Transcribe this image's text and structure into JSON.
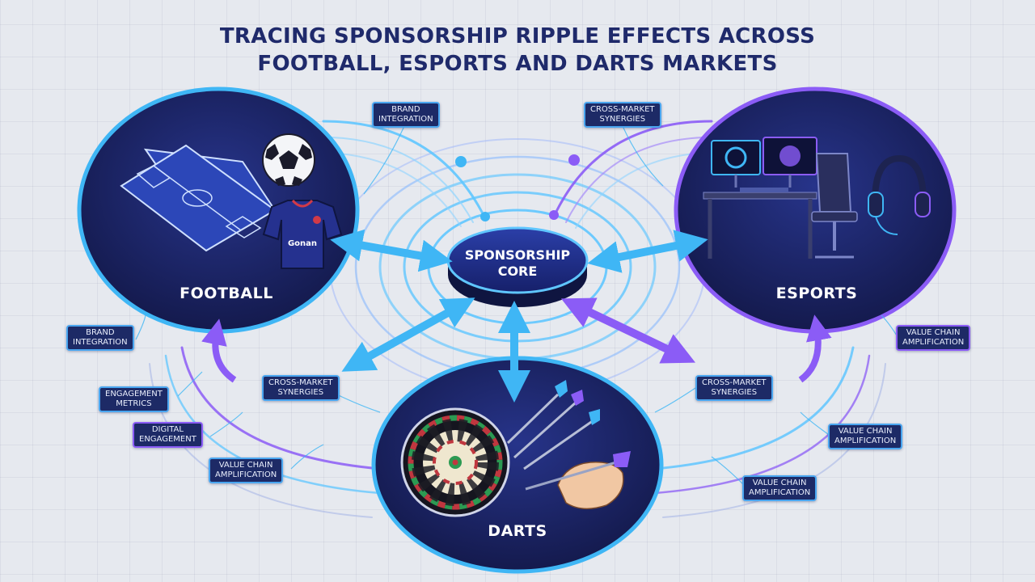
{
  "title": {
    "line1": "TRACING SPONSORSHIP RIPPLE EFFECTS ACROSS",
    "line2": "FOOTBALL, ESPORTS AND DARTS MARKETS"
  },
  "core": {
    "line1": "SPONSORSHIP",
    "line2": "CORE"
  },
  "nodes": {
    "football": {
      "label": "FOOTBALL",
      "jersey_text": "Gonan"
    },
    "esports": {
      "label": "ESPORTS"
    },
    "darts": {
      "label": "DARTS"
    }
  },
  "tags": [
    {
      "line1": "BRAND",
      "line2": "INTEGRATION"
    },
    {
      "line1": "CROSS-MARKET",
      "line2": "SYNERGIES"
    },
    {
      "line1": "BRAND",
      "line2": "INTEGRATION"
    },
    {
      "line1": "ENGAGEMENT",
      "line2": "METRICS"
    },
    {
      "line1": "DIGITAL",
      "line2": "ENGAGEMENT"
    },
    {
      "line1": "VALUE CHAIN",
      "line2": "AMPLIFICATION"
    },
    {
      "line1": "CROSS-MARKET",
      "line2": "SYNERGIES"
    },
    {
      "line1": "CROSS-MARKET",
      "line2": "SYNERGIES"
    },
    {
      "line1": "VALUE CHAIN",
      "line2": "AMPLIFICATION"
    },
    {
      "line1": "VALUE CHAIN",
      "line2": "AMPLIFICATION"
    },
    {
      "line1": "VALUE CHAIN",
      "line2": "AMPLIFICATION"
    }
  ],
  "colors": {
    "navy": "#1c2562",
    "deep_navy": "#141a4d",
    "cyan": "#3fb6f5",
    "purple": "#8b5cf6",
    "title": "#1f2a6b",
    "background": "#e6e9ef"
  }
}
